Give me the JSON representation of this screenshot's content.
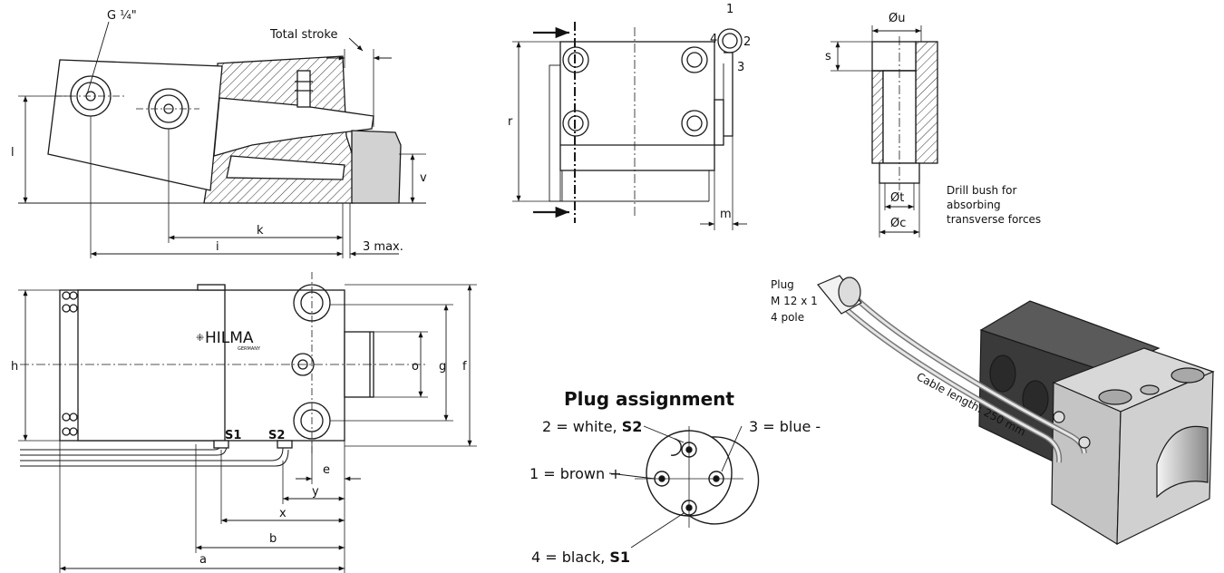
{
  "side_view": {
    "thread_label": "G ¼\"",
    "total_stroke_label": "Total stroke",
    "dims": {
      "l": "l",
      "v": "v",
      "k": "k",
      "i": "i",
      "three_max": "3 max."
    }
  },
  "front_view": {
    "dims": {
      "r": "r",
      "m": "m"
    },
    "pins": {
      "p1": "1",
      "p2": "2",
      "p3": "3",
      "p4": "4"
    }
  },
  "bush_view": {
    "dims": {
      "u": "Øu",
      "s": "s",
      "t": "Øt",
      "c": "Øc"
    },
    "note": [
      "Drill bush for",
      "absorbing",
      "transverse forces"
    ]
  },
  "top_view": {
    "brand": "HILMA",
    "brand_sub": "GERMANY",
    "sensor1": "S1",
    "sensor2": "S2",
    "dims": {
      "h": "h",
      "g": "g",
      "f": "f",
      "o": "o",
      "e": "e",
      "y": "y",
      "x": "x",
      "b": "b",
      "a": "a"
    }
  },
  "plug_assignment": {
    "title": "Plug assignment",
    "pin2_prefix": "2 = white, ",
    "pin2_bold": "S2",
    "pin3": "3 = blue -",
    "pin1": "1 = brown +",
    "pin4_prefix": "4 = black, ",
    "pin4_bold": "S1"
  },
  "iso_view": {
    "plug_label": [
      "Plug",
      "M 12 x 1",
      "4 pole"
    ],
    "cable_label": "Cable length: 250 mm"
  },
  "colors": {
    "line": "#1a1a1a",
    "hatch": "#333333",
    "shade": "#d2d2d2",
    "block_top": "#d8d8d8",
    "block_front": "#c4c4c4",
    "block_dark": "#3a3a3a"
  }
}
